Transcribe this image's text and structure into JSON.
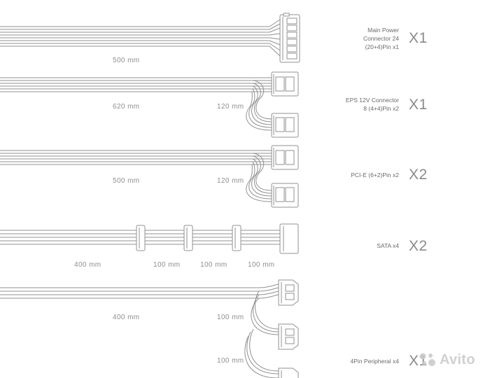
{
  "cables": [
    {
      "id": "main",
      "desc_lines": [
        "Main Power",
        "Connector 24",
        "(20+4)Pin x1"
      ],
      "qty": "X1",
      "lengths": [
        "500 mm"
      ]
    },
    {
      "id": "eps",
      "desc_lines": [
        "EPS 12V Connector",
        "8 (4+4)Pin x2"
      ],
      "qty": "X1",
      "lengths": [
        "620 mm",
        "120 mm"
      ]
    },
    {
      "id": "pcie",
      "desc_lines": [
        "PCI-E (6+2)Pin x2"
      ],
      "qty": "X2",
      "lengths": [
        "500 mm",
        "120 mm"
      ]
    },
    {
      "id": "sata",
      "desc_lines": [
        "SATA x4"
      ],
      "qty": "X2",
      "lengths": [
        "400 mm",
        "100 mm",
        "100 mm",
        "100 mm"
      ]
    },
    {
      "id": "molex",
      "desc_lines": [
        "4Pin Peripheral x4"
      ],
      "qty": "X1",
      "lengths": [
        "400 mm",
        "100 mm",
        "100 mm"
      ]
    }
  ],
  "watermark": {
    "text": "Avito",
    "icon": "avito-logo-icon"
  },
  "colors": {
    "line": "#909090",
    "fill": "#ffffff",
    "text": "#8e8e8e"
  }
}
